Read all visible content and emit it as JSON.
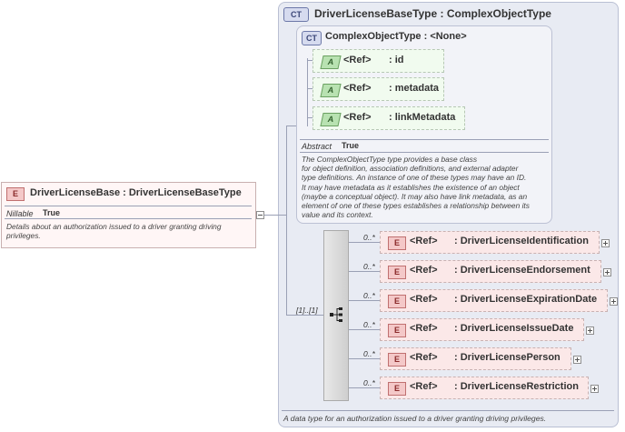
{
  "outer_type": {
    "badge": "CT",
    "title": "DriverLicenseBaseType : ComplexObjectType",
    "description": "A data type for an authorization issued to a driver granting driving privileges."
  },
  "inner_type": {
    "badge": "CT",
    "title": "ComplexObjectType : <None>",
    "attributes": [
      {
        "badge": "A",
        "ref": "<Ref>",
        "name": ": id"
      },
      {
        "badge": "A",
        "ref": "<Ref>",
        "name": ": metadata"
      },
      {
        "badge": "A",
        "ref": "<Ref>",
        "name": ": linkMetadata"
      }
    ],
    "abstract_label": "Abstract",
    "abstract_value": "True",
    "description_lines": [
      "The ComplexObjectType type provides a base class",
      "for object definition, association definitions, and external adapter",
      "type definitions. An instance of one of these types may have an ID.",
      "It may have metadata as it establishes the existence of an object",
      "(maybe a conceptual object). It may also have link metadata, as an",
      "element of one of these types establishes a relationship between its",
      "value and its context."
    ]
  },
  "element": {
    "badge": "E",
    "title": "DriverLicenseBase : DriverLicenseBaseType",
    "nillable_label": "Nillable",
    "nillable_value": "True",
    "description_lines": [
      "Details about an authorization issued to a driver granting driving",
      "privileges."
    ]
  },
  "sequence": {
    "multiplicity": "[1]..[1]",
    "items": [
      {
        "mult": "0..*",
        "badge": "E",
        "ref": "<Ref>",
        "name": ": DriverLicenseIdentification"
      },
      {
        "mult": "0..*",
        "badge": "E",
        "ref": "<Ref>",
        "name": ": DriverLicenseEndorsement"
      },
      {
        "mult": "0..*",
        "badge": "E",
        "ref": "<Ref>",
        "name": ": DriverLicenseExpirationDate"
      },
      {
        "mult": "0..*",
        "badge": "E",
        "ref": "<Ref>",
        "name": ": DriverLicenseIssueDate"
      },
      {
        "mult": "0..*",
        "badge": "E",
        "ref": "<Ref>",
        "name": ": DriverLicensePerson"
      },
      {
        "mult": "0..*",
        "badge": "E",
        "ref": "<Ref>",
        "name": ": DriverLicenseRestriction"
      }
    ]
  }
}
